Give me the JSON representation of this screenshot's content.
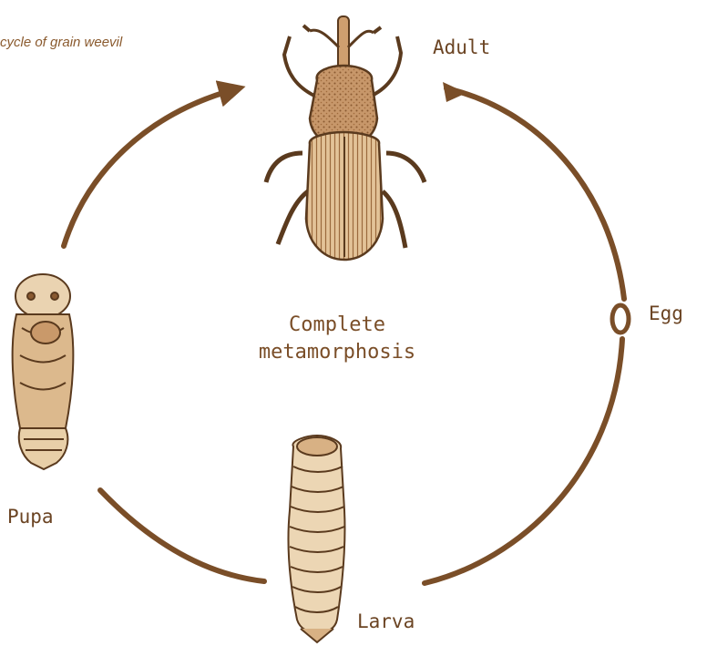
{
  "diagram": {
    "caption": "cycle of grain weevil",
    "center_title_line1": "Complete",
    "center_title_line2": "metamorphosis",
    "stages": {
      "adult": "Adult",
      "egg": "Egg",
      "larva": "Larva",
      "pupa": "Pupa"
    }
  },
  "colors": {
    "ink": "#7a4e28",
    "ink_dark": "#4e3016",
    "paper_light": "#e8cfa8",
    "paper_mid": "#c99a6a",
    "caption": "#8a5a2e"
  },
  "icons": [
    "weevil-adult-icon",
    "egg-icon",
    "larva-icon",
    "pupa-icon",
    "cycle-arrow-icon"
  ]
}
